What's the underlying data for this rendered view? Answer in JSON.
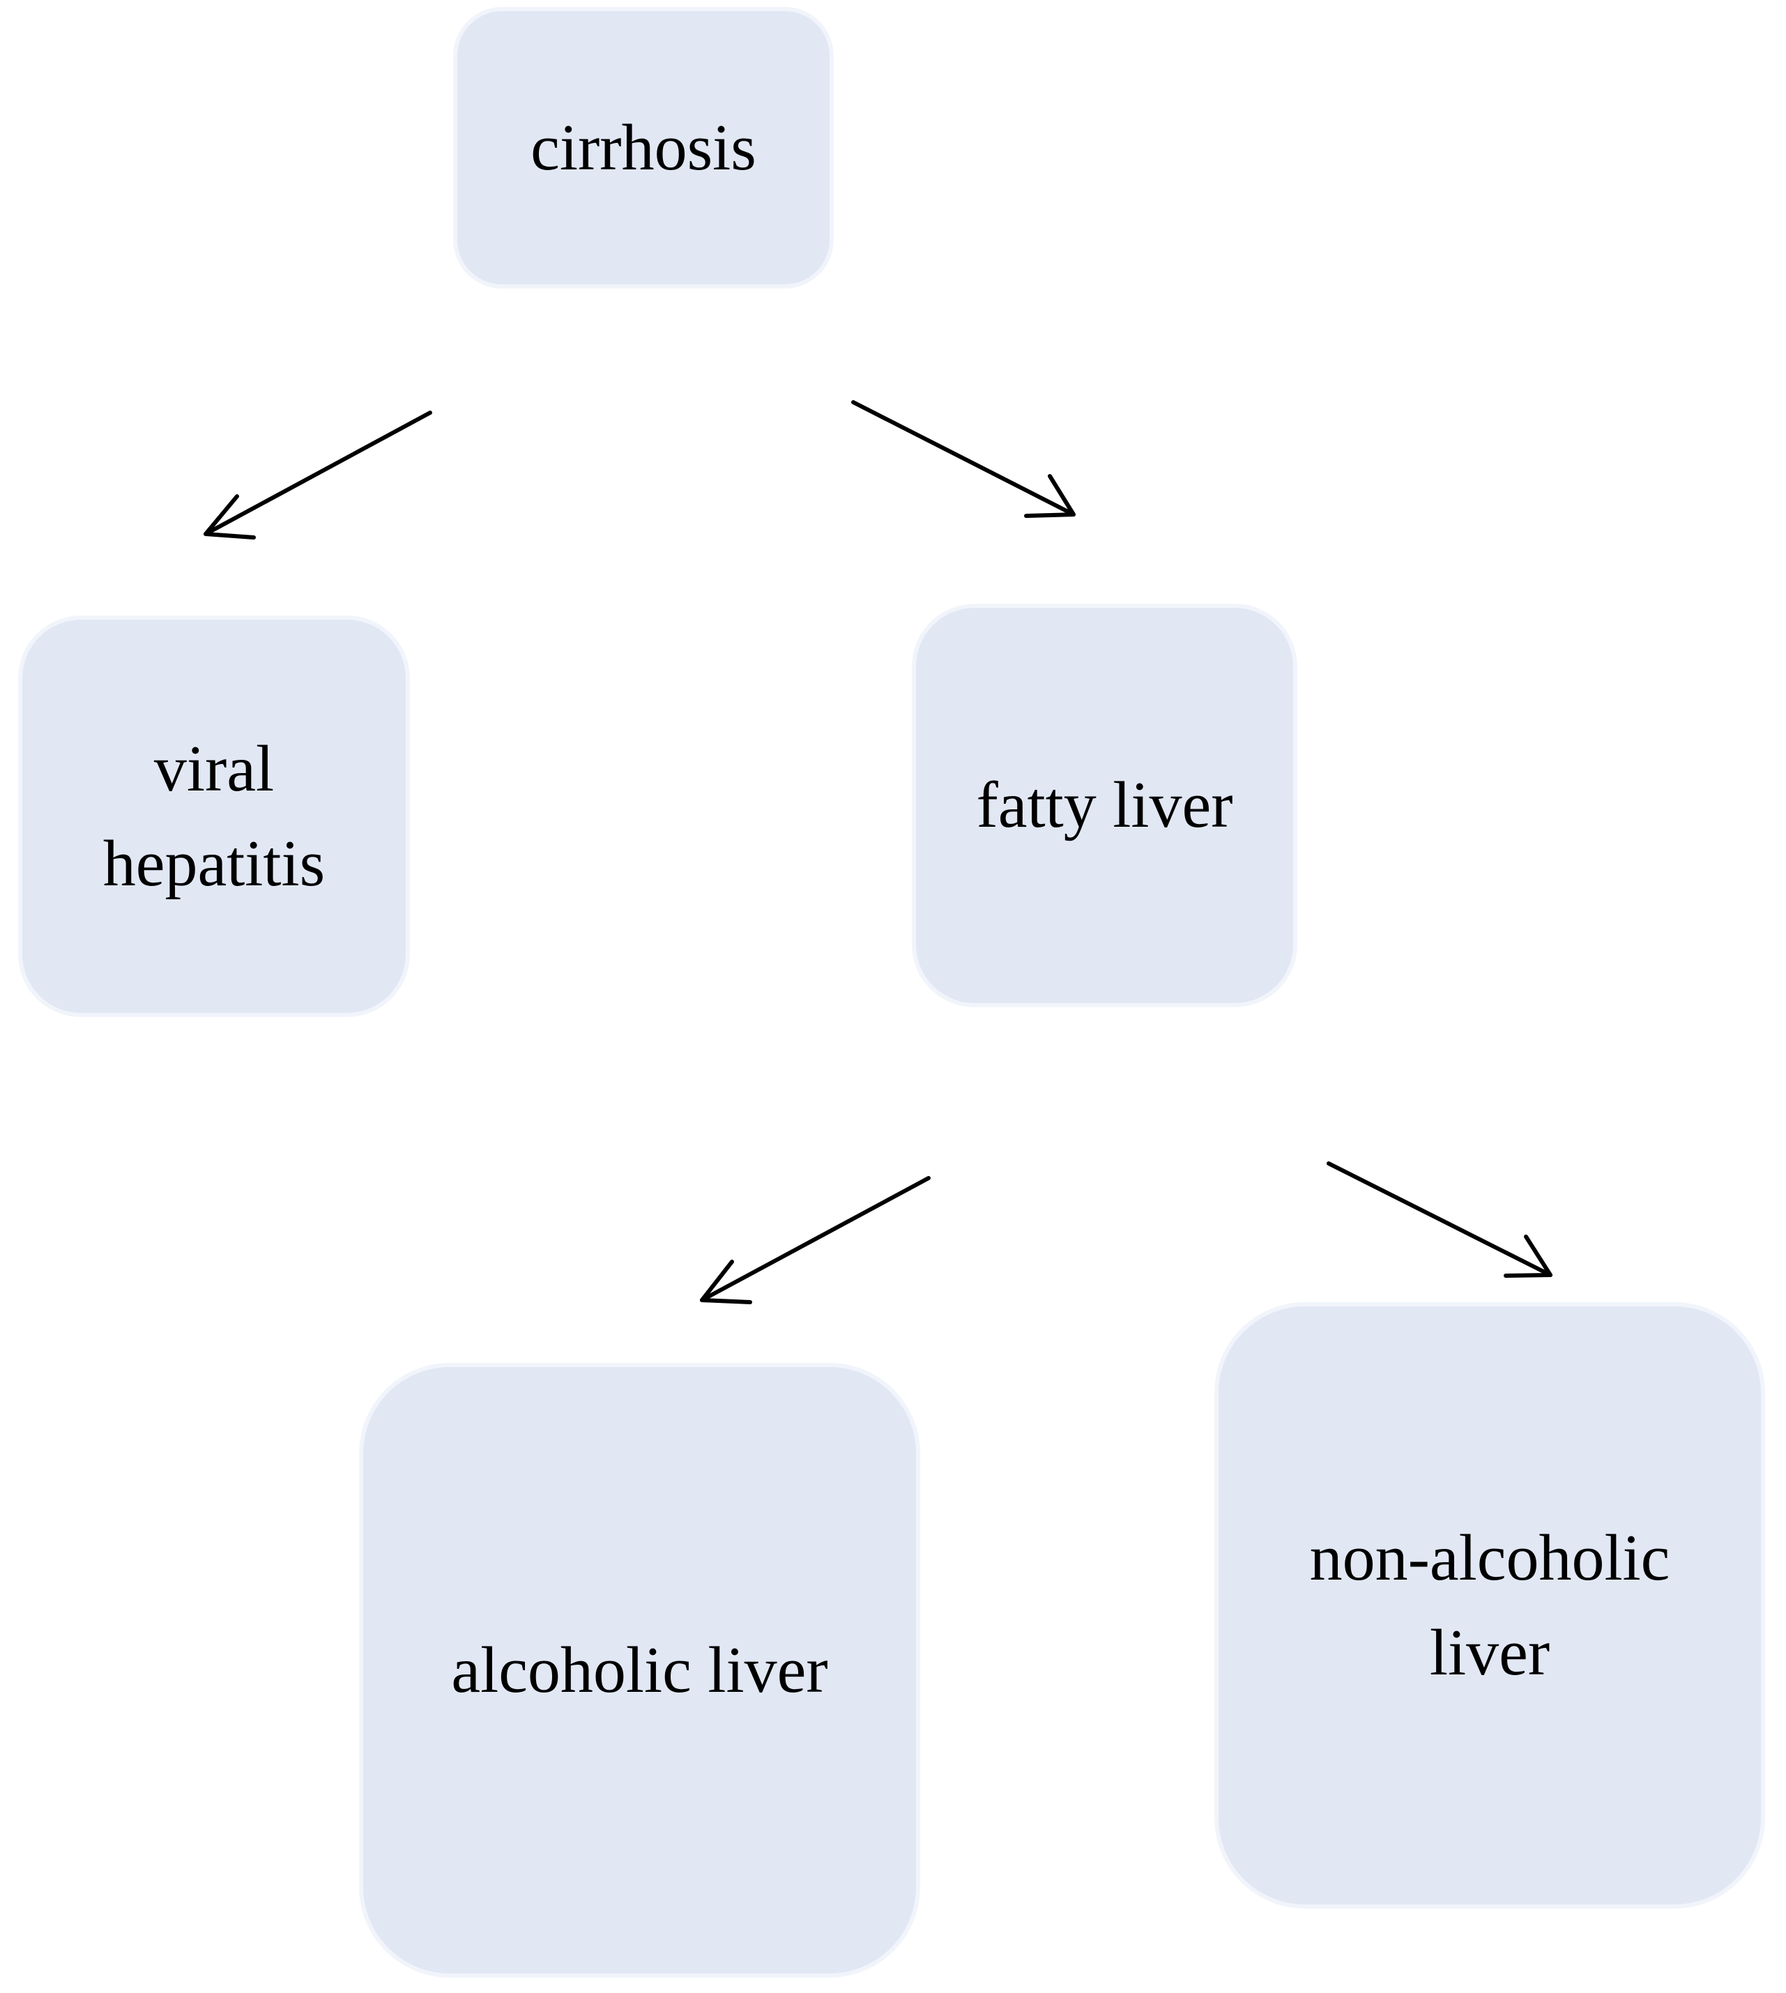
{
  "diagram": {
    "nodes": [
      {
        "id": "cirrhosis",
        "label": "cirrhosis"
      },
      {
        "id": "viral-hepatitis",
        "label": "viral hepatitis"
      },
      {
        "id": "fatty-liver",
        "label": "fatty liver"
      },
      {
        "id": "alcoholic-liver",
        "label": "alcoholic liver"
      },
      {
        "id": "non-alcoholic-liver",
        "label": "non-alcoholic liver"
      }
    ],
    "edges": [
      {
        "from": "cirrhosis",
        "to": "viral-hepatitis"
      },
      {
        "from": "cirrhosis",
        "to": "fatty-liver"
      },
      {
        "from": "fatty-liver",
        "to": "alcoholic-liver"
      },
      {
        "from": "fatty-liver",
        "to": "non-alcoholic-liver"
      }
    ],
    "colors": {
      "node_fill": "#e1e8f4",
      "node_border": "#f1f5fb",
      "arrow": "#000000",
      "text": "#000000"
    }
  }
}
